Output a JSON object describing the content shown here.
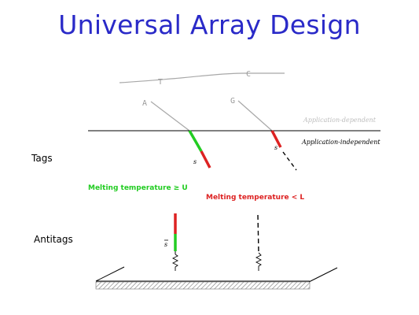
{
  "title": "Universal Array Design",
  "labels": {
    "tags": "Tags",
    "antitags": "Antitags",
    "app_dependent": "Application-dependent",
    "app_independent": "Application-independent",
    "melt_high": "Melting temperature ≥ U",
    "melt_low": "Melting temperature < L"
  },
  "nucleotides": {
    "t": "T",
    "c": "C",
    "a": "A",
    "g": "G"
  },
  "symbols": {
    "s_left": "s",
    "s_right": "s",
    "s_bar": "s"
  },
  "colors": {
    "title": "#2a2ac8",
    "green": "#22cc22",
    "red": "#dd2222",
    "gray_strand": "#a8a8a8"
  }
}
